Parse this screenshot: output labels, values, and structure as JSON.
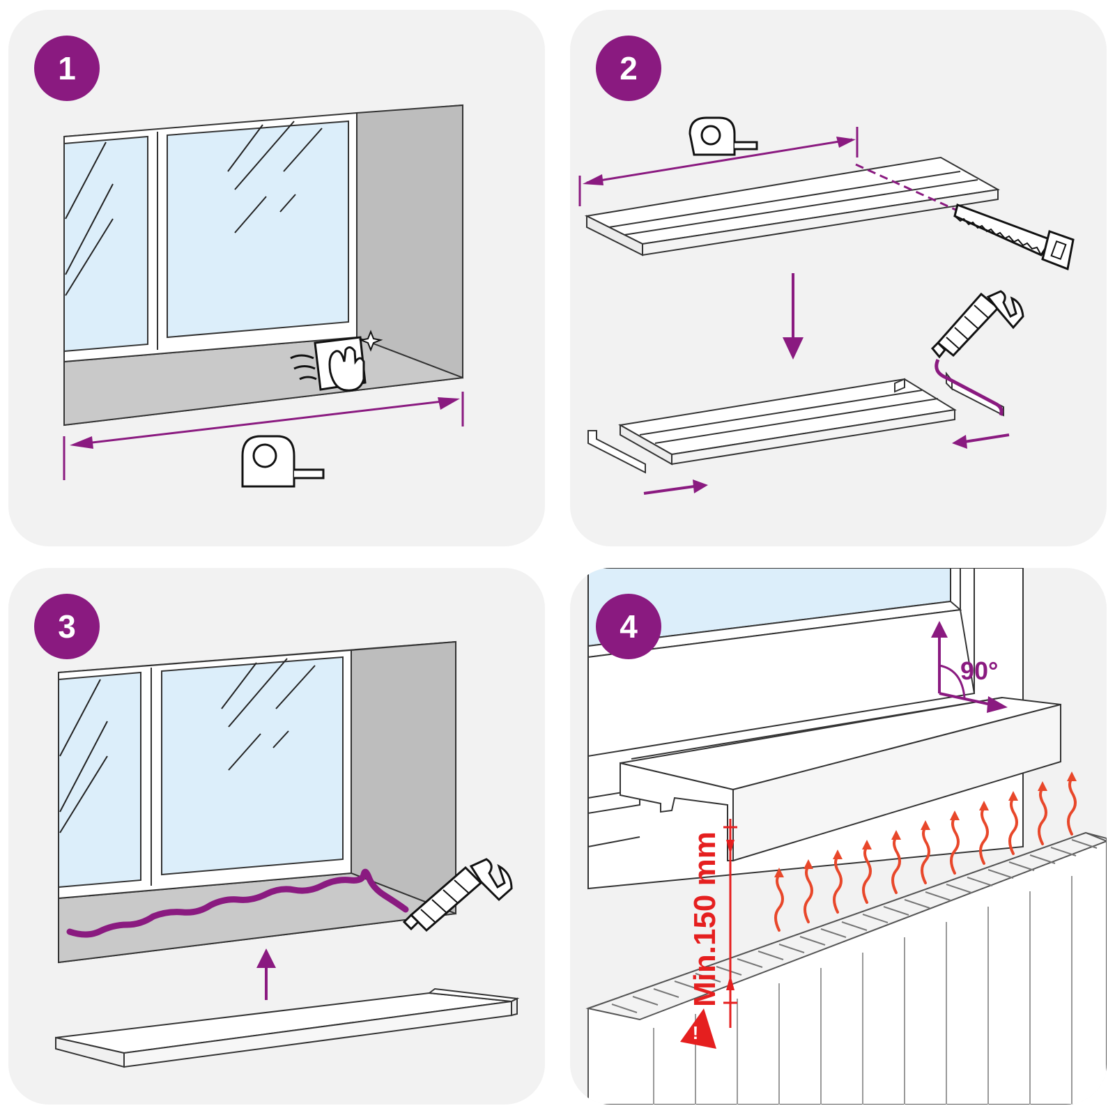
{
  "steps": [
    {
      "number": "1"
    },
    {
      "number": "2"
    },
    {
      "number": "3"
    },
    {
      "number": "4"
    }
  ],
  "annotations": {
    "angle": "90°",
    "min_distance": "Min.150 mm",
    "warning_mark": "!"
  },
  "colors": {
    "accent": "#8a1a80",
    "warning": "#e51f1f",
    "heat": "#e8472a",
    "glass": "#dceefa",
    "wall": "#c6c6c6",
    "panel_background": "#f2f2f2"
  }
}
